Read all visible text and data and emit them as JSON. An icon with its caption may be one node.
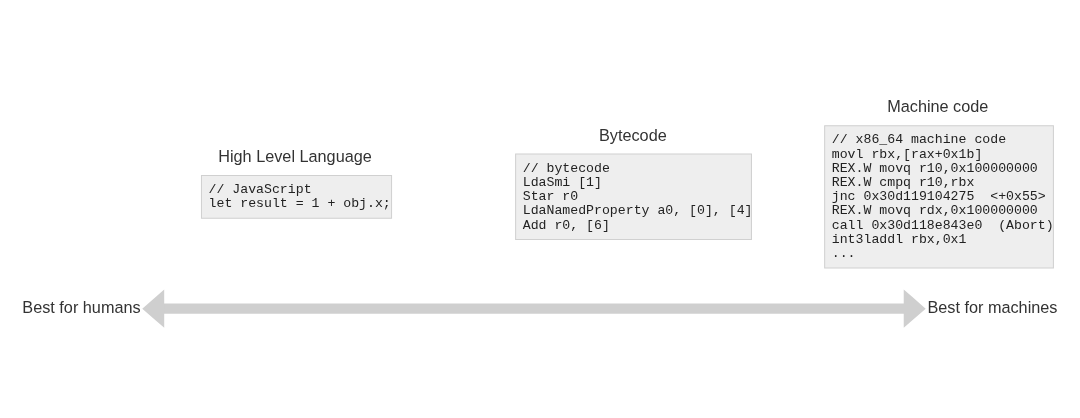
{
  "diagram": {
    "nodes": [
      {
        "text": [
          "High Level Language",
          "// JavaScript",
          "let result = 1 + obj.x;"
        ]
      },
      {
        "text": [
          "Bytecode",
          "// bytecode",
          "LdaSmi [1]",
          "Star r0",
          "LdaNamedProperty a0, [0], [4]",
          "Add r0, [6]"
        ]
      },
      {
        "text": [
          "Machine code",
          "// x86_64 machine code",
          "movl rbx,[rax+0x1b]",
          "REX.W movq r10,0x100000000",
          "REX.W cmpq r10,rbx",
          "jnc 0x30d119104275  <+0x55>",
          "REX.W movq rdx,0x100000000",
          "call 0x30d118e843e0  (Abort)",
          "int3laddl rbx,0x1",
          "..."
        ]
      },
      {
        "text": [
          "Best for humans"
        ]
      },
      {
        "text": [
          "Best for machines"
        ]
      }
    ],
    "edges": [
      {
        "from": 3,
        "to": 4,
        "arrow": "both"
      }
    ]
  }
}
